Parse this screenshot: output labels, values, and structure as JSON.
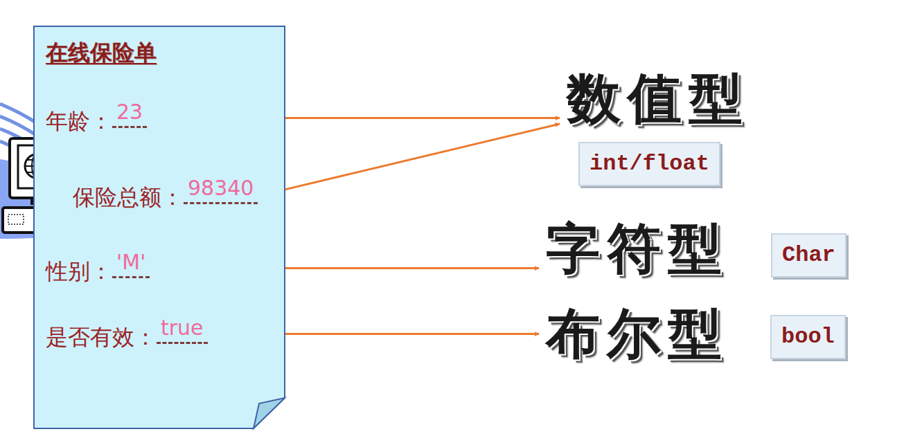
{
  "diagram": {
    "nodes": [
      {
        "text": [
          "在线保险单"
        ]
      },
      {
        "text": [
          "年龄：",
          "23"
        ],
        "in": 0
      },
      {
        "text": [
          "保险总额：",
          "98340"
        ],
        "in": 0
      },
      {
        "text": [
          "性别：",
          "'M'"
        ],
        "in": 0
      },
      {
        "text": [
          "是否有效：",
          "true"
        ],
        "in": 0
      },
      {
        "text": [
          "数值型"
        ]
      },
      {
        "text": [
          "int/float"
        ]
      },
      {
        "text": [
          "字符型"
        ]
      },
      {
        "text": [
          "Char"
        ]
      },
      {
        "text": [
          "布尔型"
        ]
      },
      {
        "text": [
          "bool"
        ]
      }
    ],
    "edges": [
      {
        "from": 1,
        "to": 5,
        "arrow": "to"
      },
      {
        "from": 2,
        "to": 5,
        "arrow": "to"
      },
      {
        "from": 3,
        "to": 7,
        "arrow": "to"
      },
      {
        "from": 4,
        "to": 9,
        "arrow": "to"
      }
    ]
  }
}
